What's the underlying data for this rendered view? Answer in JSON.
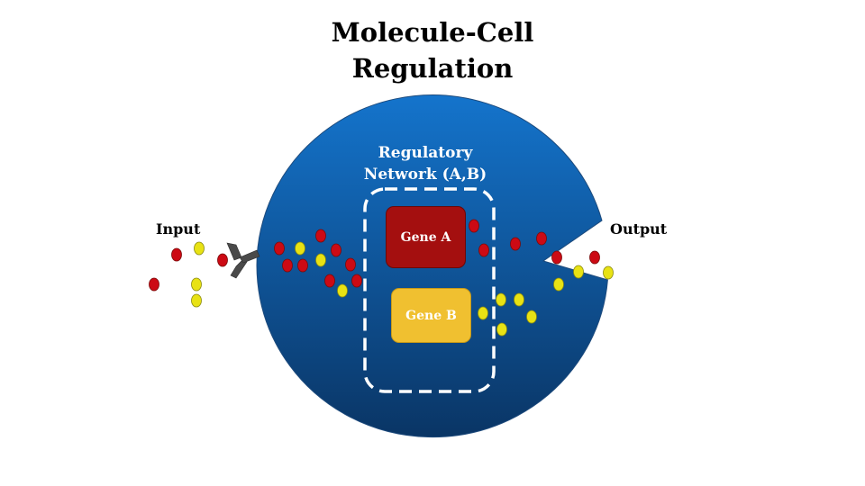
{
  "title": {
    "line1": "Molecule-Cell",
    "line2": "Regulation"
  },
  "labels": {
    "input": "Input",
    "output": "Output"
  },
  "network": {
    "line1": "Regulatory",
    "line2": "Network (A,B)"
  },
  "genes": {
    "a": "Gene A",
    "b": "Gene B"
  },
  "colors": {
    "cell_top": "#1474cc",
    "cell_bottom": "#0a3565",
    "red_molecule": "#cc0a14",
    "yellow_molecule": "#e8e214",
    "gene_a": "#a40f0f",
    "gene_b": "#f0c030",
    "receptor": "#555555"
  },
  "icons": {
    "receptor": "y-shaped-receptor-icon"
  }
}
